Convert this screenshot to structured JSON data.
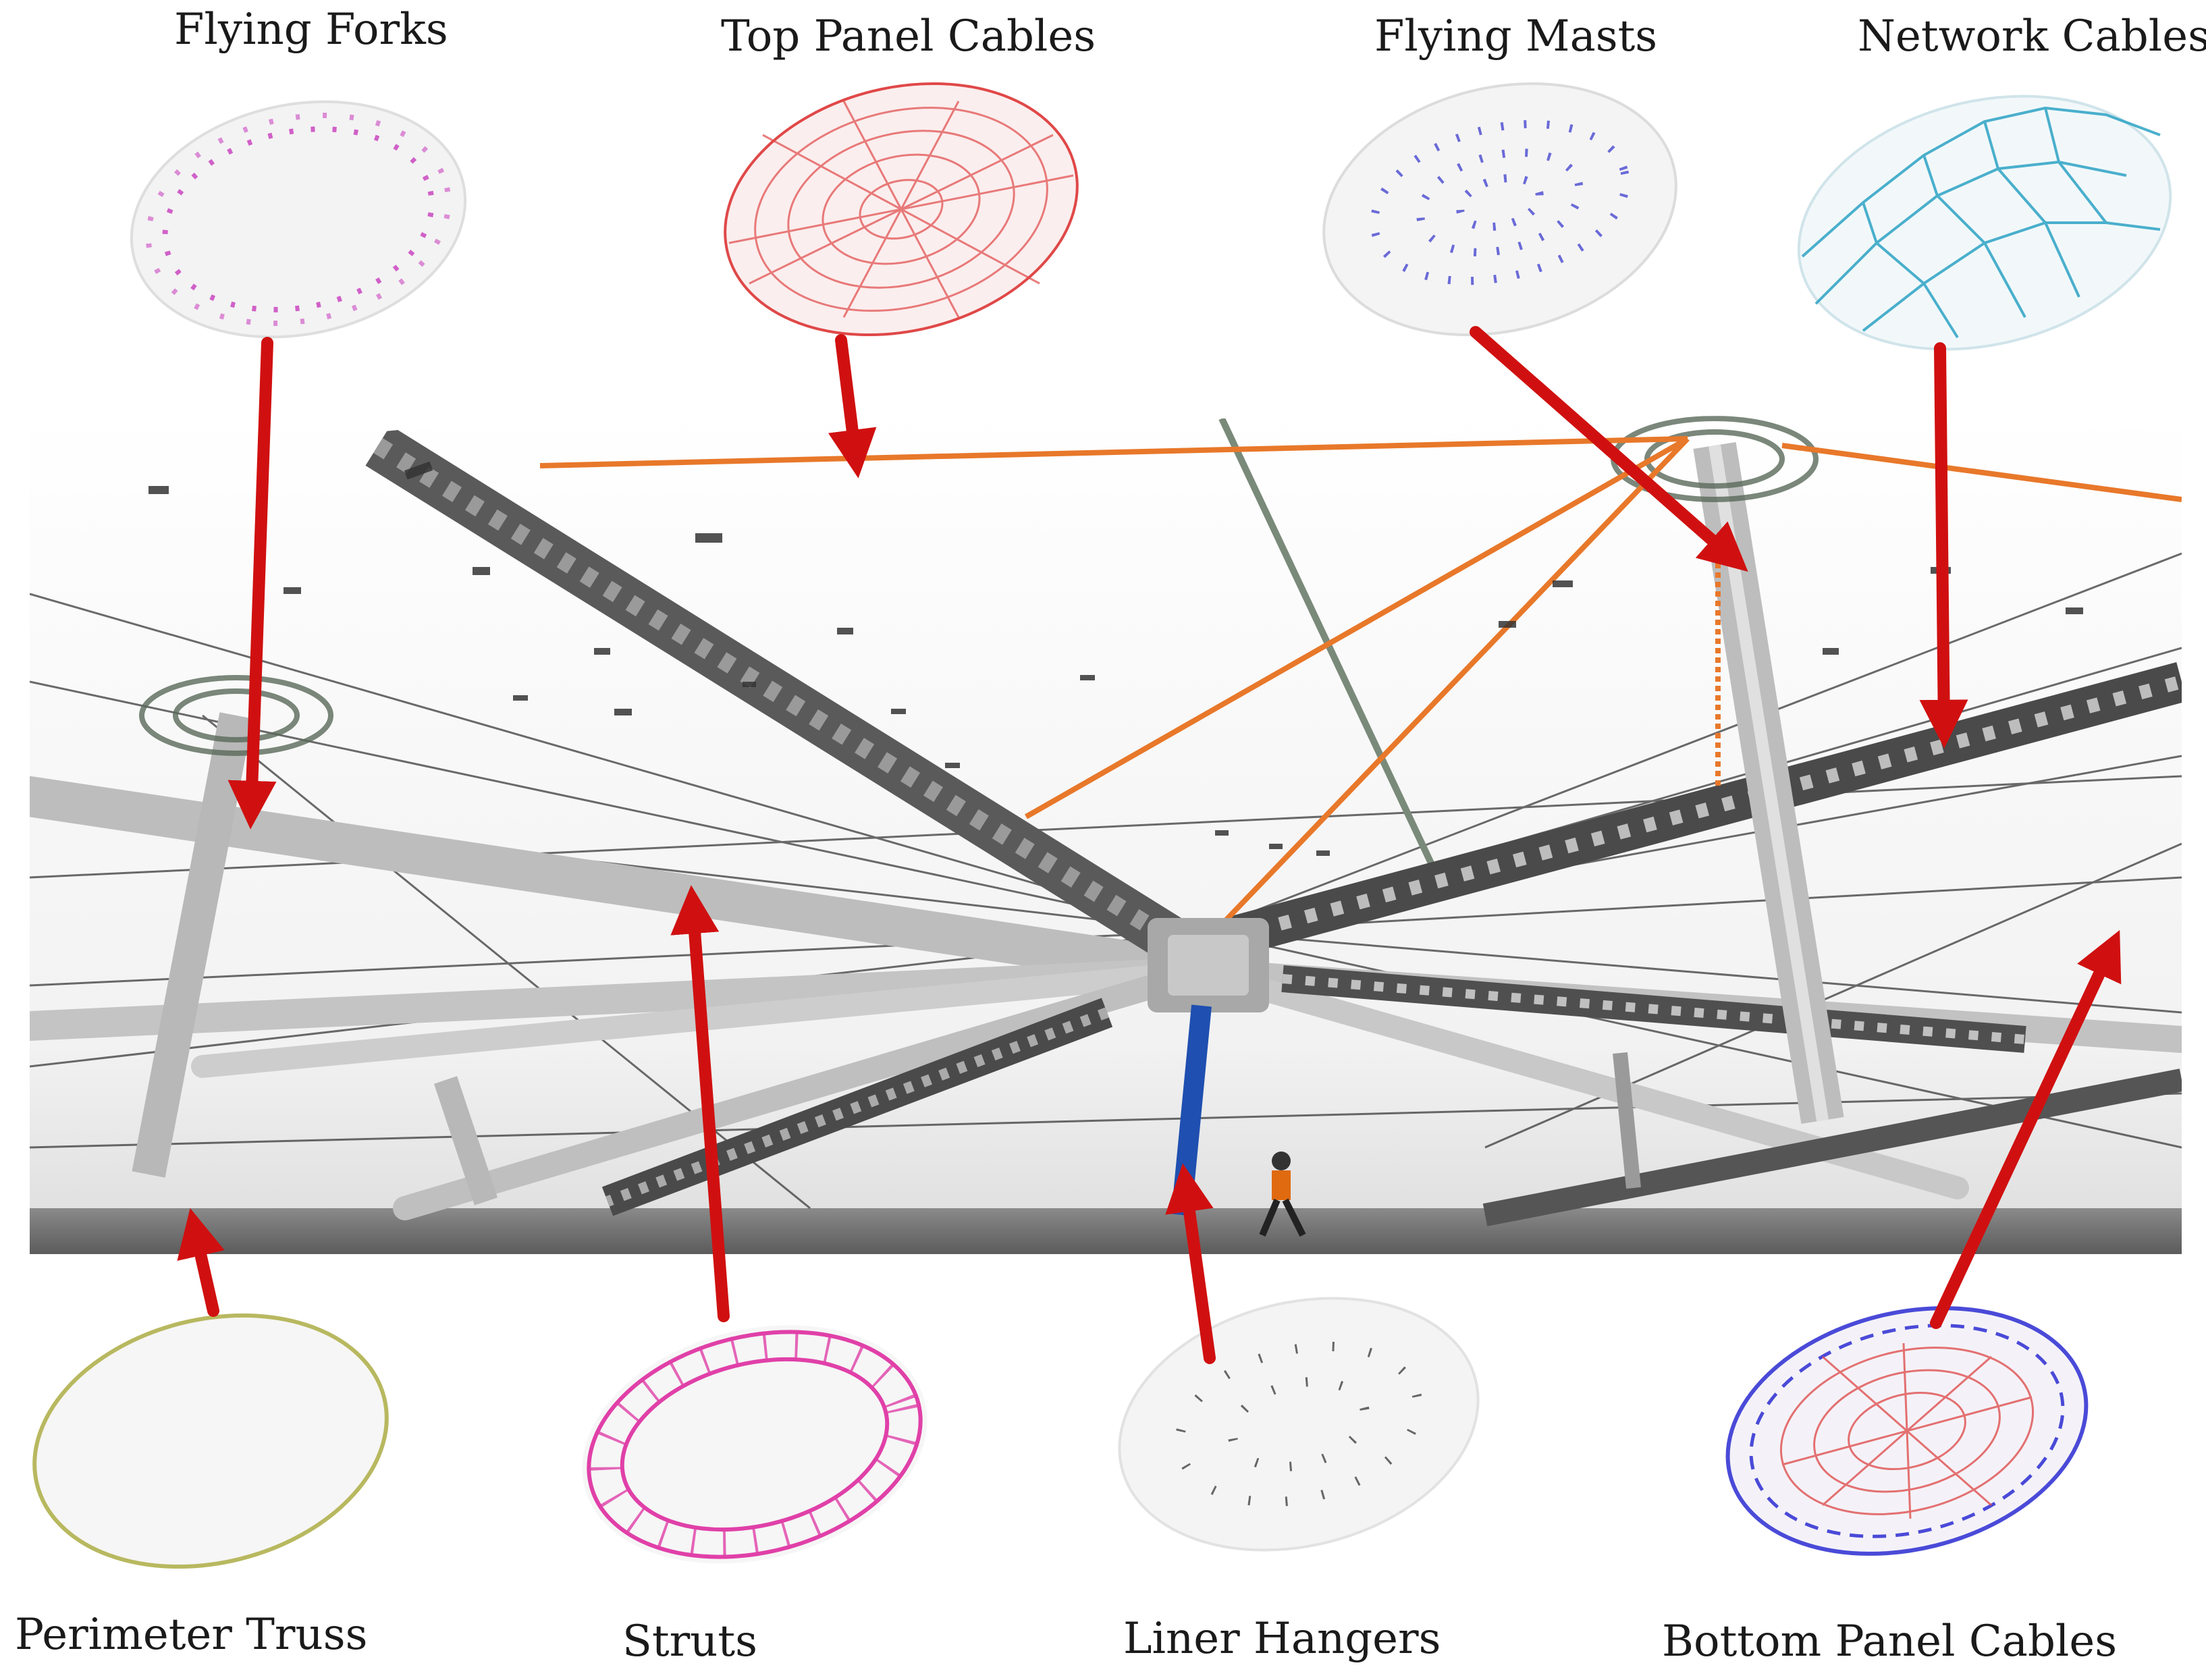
{
  "labels": {
    "flying_forks": "Flying Forks",
    "top_panel_cables": "Top Panel Cables",
    "flying_masts": "Flying Masts",
    "network_cables": "Network Cables",
    "perimeter_truss": "Perimeter Truss",
    "struts": "Struts",
    "liner_hangers": "Liner Hangers",
    "bottom_panel_cables": "Bottom Panel Cables"
  },
  "colors": {
    "arrow": "#d01010",
    "flying_forks": "#d060c8",
    "top_panel_cables": "#e04848",
    "flying_masts": "#6a6ad8",
    "network_cables": "#38a8c8",
    "perimeter_truss": "#b8b860",
    "struts": "#e040a8",
    "liner_hangers": "#666666",
    "bottom_panel_blue": "#4a4ad8",
    "bottom_panel_red": "#e05050",
    "orange_cable": "#e8782a",
    "steel": "#c8c8c8",
    "dark_truss": "#4a4a4a",
    "blue_hanger": "#1f4fb0"
  }
}
